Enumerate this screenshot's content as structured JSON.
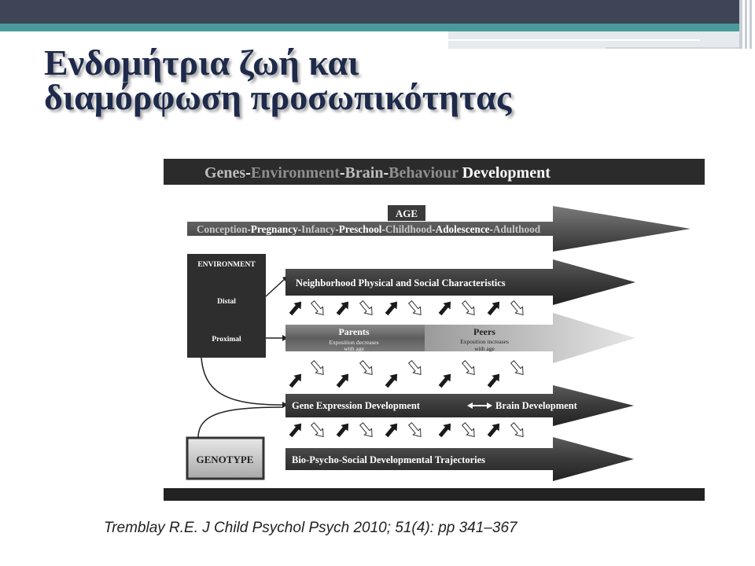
{
  "slide": {
    "title_line1": "Ενδομήτρια ζωή και",
    "title_line2": "διαμόρφωση προσωπικότητας",
    "citation": "Tremblay R.E. J Child Psychol Psych 2010; 51(4): pp 341–367"
  },
  "diagram": {
    "header_words": [
      "Genes",
      "-",
      "Environment",
      "-",
      "Brain",
      "-",
      "Behaviour",
      " Development"
    ],
    "age_label": "AGE",
    "age_stages": [
      "Conception",
      "-",
      "Pregnancy",
      "-",
      "Infancy",
      "-",
      "Preschool",
      "-",
      "Childhood",
      "-",
      "Adolescence",
      "-",
      "Adulthood"
    ],
    "environment_label": "ENVIRONMENT",
    "distal_label": "Distal",
    "proximal_label": "Proximal",
    "genotype_label": "GENOTYPE",
    "neighborhood_label": "Neighborhood Physical and Social Characteristics",
    "parents_label": "Parents",
    "parents_note_line1": "Exposition decreases",
    "parents_note_line2": "with age",
    "peers_label": "Peers",
    "peers_note_line1": "Exposition increases",
    "peers_note_line2": "with age",
    "gene_label": "Gene Expression Development",
    "brain_label": "Brain Development",
    "trajectories_label": "Bio-Psycho-Social Developmental Trajectories"
  },
  "colors": {
    "title": "#1e2a4a",
    "dark_bar": "#2b2b2b",
    "arrow_dark": "#3a3a3a",
    "topbar": "#3d4556",
    "teal": "#4a9a9c"
  }
}
